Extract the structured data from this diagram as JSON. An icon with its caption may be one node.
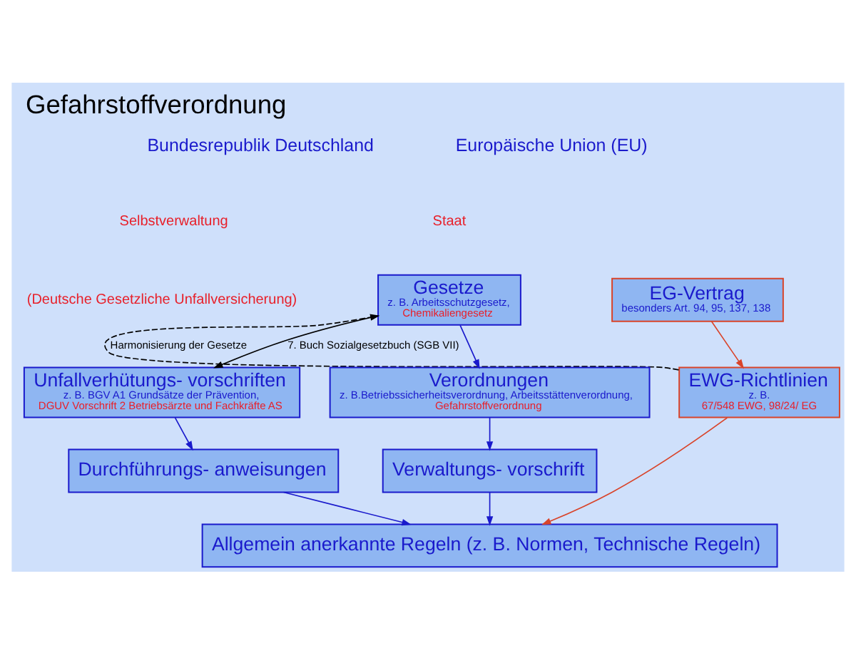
{
  "diagram": {
    "title": "Gefahrstoffverordnung",
    "nodes": [
      {
        "text": [
          "EG-Vertrag",
          "besonders Art. 94, 95, 137, 138"
        ]
      },
      {
        "text": [
          "EWG-Richtlinien",
          "z. B.",
          "67/548 EWG, 98/24/ EG"
        ]
      },
      {
        "text": [
          "Gesetze",
          "z. B. Arbeitsschutzgesetz,",
          "Chemikaliengesetz"
        ]
      },
      {
        "text": [
          "Verordnungen",
          "z. B.Betriebssicherheitsverordnung, Arbeitsstättenverordnung,",
          "Gefahrstoffverordnung"
        ]
      },
      {
        "text": [
          "Unfallverhütungs- vorschriften",
          "z. B. BGV A1 Grundsätze der Prävention,",
          "DGUV Vorschrift 2 Betriebsärzte und Fachkräfte AS"
        ]
      },
      {
        "text": [
          "Verwaltungs- vorschrift"
        ]
      },
      {
        "text": [
          "Durchführungs- anweisungen"
        ]
      },
      {
        "text": [
          "Allgemein anerkannte Regeln (z. B. Normen, Technische Regeln)"
        ]
      }
    ],
    "edges": [
      {
        "from": 0,
        "to": 1,
        "arrow": "to",
        "color": "#d9442a"
      },
      {
        "from": 1,
        "to": 2,
        "arrow": "to",
        "style": "dashed",
        "color": "#000000",
        "label": "Harmonisierung der Gesetze"
      },
      {
        "from": 2,
        "to": 3,
        "arrow": "to"
      },
      {
        "from": 2,
        "to": 4,
        "arrow": "to",
        "color": "#000000",
        "label": "7. Buch Sozialgesetzbuch (SGB VII)"
      },
      {
        "from": 3,
        "to": 5,
        "arrow": "to"
      },
      {
        "from": 4,
        "to": 6,
        "arrow": "to"
      },
      {
        "from": 1,
        "to": 7,
        "arrow": "to",
        "color": "#d9442a"
      },
      {
        "from": 5,
        "to": 7,
        "arrow": "to"
      },
      {
        "from": 6,
        "to": 7,
        "arrow": "to"
      }
    ],
    "labels": [
      "Europäische Union (EU)",
      "Bundesrepublik Deutschland",
      "Staat",
      "Selbstverwaltung",
      "(Deutsche Gesetzliche Unfallversicherung)"
    ]
  }
}
